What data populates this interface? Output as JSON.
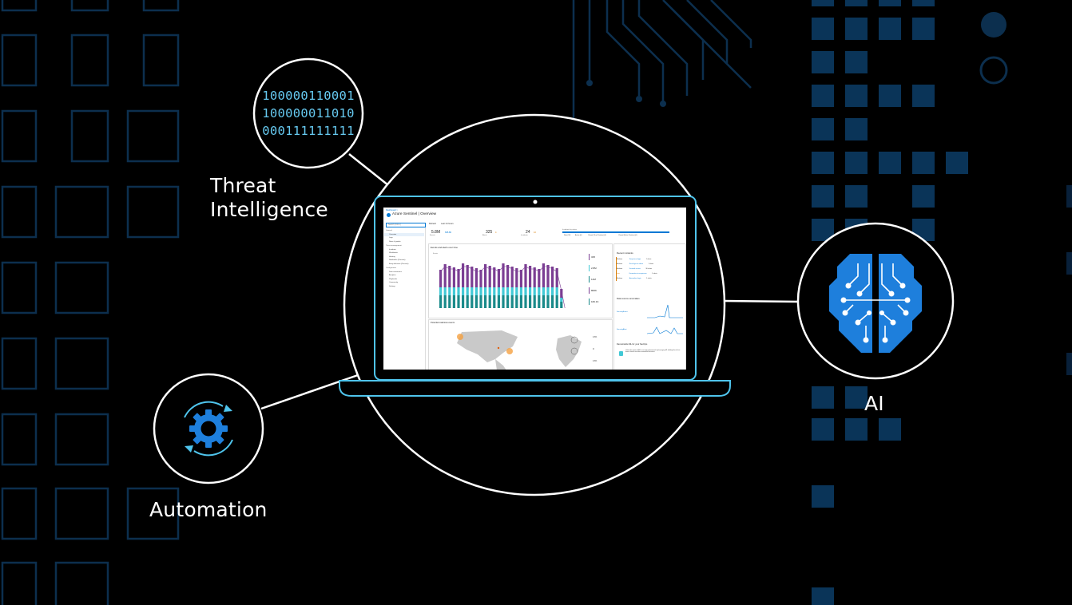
{
  "labels": {
    "threat_intelligence_line1": "Threat",
    "threat_intelligence_line2": "Intelligence",
    "automation": "Automation",
    "ai": "AI"
  },
  "binary_lines": [
    "100000110001",
    "100000011010",
    "000111111111"
  ],
  "dashboard": {
    "breadcrumb": "Dashboard >",
    "title": "Azure Sentinel | Overview",
    "search_placeholder": "Search (Ctrl+/)",
    "toolbar": [
      "Refresh",
      "Last 24 hours"
    ],
    "kpis": [
      {
        "value": "5.8M",
        "sub": "695.8K",
        "label": "Events"
      },
      {
        "value": "325",
        "sub": "4",
        "label": "Alerts"
      },
      {
        "value": "24",
        "sub": "10",
        "label": "Incidents"
      }
    ],
    "incident_status_label": "Incidents by status",
    "incident_legend": [
      "New (24)",
      "Active (0)",
      "Closed (True Positive) (0)",
      "Closed (False Positive) (0)"
    ],
    "sidebar": {
      "sections": [
        {
          "title": "General",
          "items": [
            "Overview",
            "Logs",
            "News & guides"
          ]
        },
        {
          "title": "Threat management",
          "items": [
            "Incidents",
            "Workbooks",
            "Hunting",
            "Notebooks (Preview)",
            "Entity behavior (Preview)"
          ]
        },
        {
          "title": "Configuration",
          "items": [
            "Data connectors",
            "Analytics",
            "Playbooks",
            "Community",
            "Settings"
          ]
        }
      ]
    },
    "events_chart": {
      "title": "Events and alerts over time",
      "ylabel": "Events",
      "side_stats": [
        "325",
        "2.8M",
        "12M",
        "800K",
        "182.1K"
      ]
    },
    "map_title": "Potential malicious events",
    "map_side_stats": [
      "17K",
      "0",
      "17K"
    ],
    "recent_incidents_title": "Recent incidents",
    "recent_incidents": [
      {
        "severity": "Medium",
        "name": "Suspicious login",
        "count": "1 alerts"
      },
      {
        "severity": "Medium",
        "name": "Rare login to admin",
        "count": "1 alerts"
      },
      {
        "severity": "Medium",
        "name": "Unusual access",
        "count": "36 alerts"
      },
      {
        "severity": "Low",
        "name": "Connection to suspicious",
        "count": "1 alerts"
      },
      {
        "severity": "Medium",
        "name": "Anomalous login",
        "count": "1 alerts"
      }
    ],
    "anomalies_title": "Data source anomalies",
    "anomaly_rows": [
      "SecurityEvent",
      "SecurityAlert"
    ],
    "ml_title": "Democratize ML for your SecOps",
    "ml_text": "Unlock the power of AI for security professionals by leveraging ML building blocks that detect threats and other anomalous behaviors."
  },
  "colors": {
    "accent_blue": "#0078d4",
    "bg": "#000000",
    "tile_blue": "#0a3458",
    "binary_text": "#66c9f0",
    "bar_purple": "#7b3e93",
    "bar_cyan": "#42c9d6",
    "bar_teal": "#1a8a8a"
  },
  "icons": [
    "gear-icon",
    "brain-icon",
    "binary-icon",
    "laptop-icon"
  ]
}
